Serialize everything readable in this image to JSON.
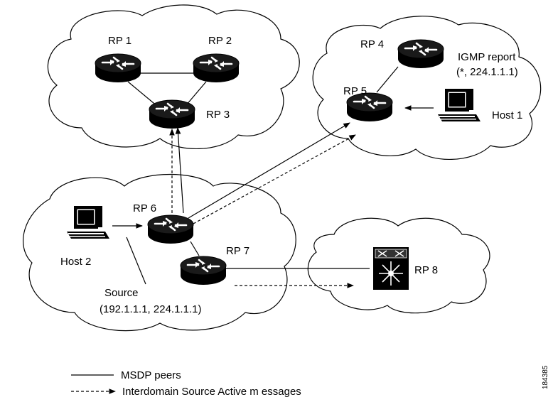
{
  "domains": [
    {
      "id": "domain-a",
      "routers": [
        "RP 1",
        "RP 2",
        "RP 3"
      ]
    },
    {
      "id": "domain-b",
      "routers": [
        "RP 4",
        "RP 5"
      ],
      "hosts": [
        "Host 1"
      ]
    },
    {
      "id": "domain-c",
      "routers": [
        "RP 6",
        "RP 7"
      ],
      "hosts": [
        "Host 2"
      ]
    },
    {
      "id": "domain-d",
      "routers": [
        "RP 8"
      ]
    }
  ],
  "labels": {
    "rp1": "RP 1",
    "rp2": "RP 2",
    "rp3": "RP 3",
    "rp4": "RP 4",
    "rp5": "RP 5",
    "rp6": "RP 6",
    "rp7": "RP 7",
    "rp8": "RP 8",
    "host1": "Host 1",
    "host2": "Host 2",
    "igmp_line1": "IGMP report",
    "igmp_line2": "(*, 224.1.1.1)",
    "source_line1": "Source",
    "source_line2": "(192.1.1.1, 224.1.1.1)"
  },
  "legend": {
    "msdp_peers": "MSDP peers",
    "sa_messages": "Interdomain Source Active m essages"
  },
  "figure_id": "184385",
  "colors": {
    "router_body": "#000000",
    "router_arrows": "#ffffff",
    "cloud_stroke": "#000000",
    "line": "#000000"
  }
}
